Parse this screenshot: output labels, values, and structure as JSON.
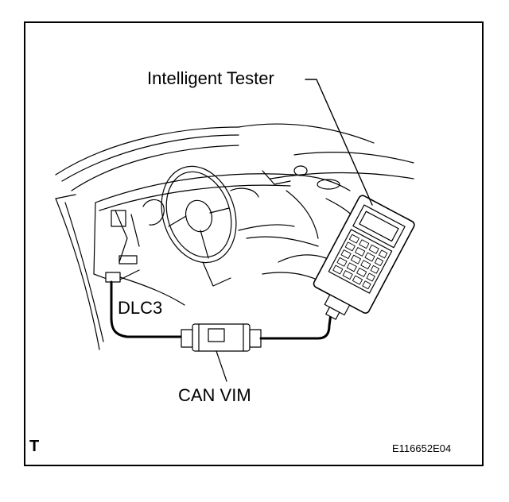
{
  "labels": {
    "tester": "Intelligent Tester",
    "dlc3": "DLC3",
    "can_vim": "CAN VIM"
  },
  "corner_mark": "T",
  "figure_code": "E116652E04",
  "colors": {
    "line": "#000000",
    "background": "#ffffff"
  }
}
